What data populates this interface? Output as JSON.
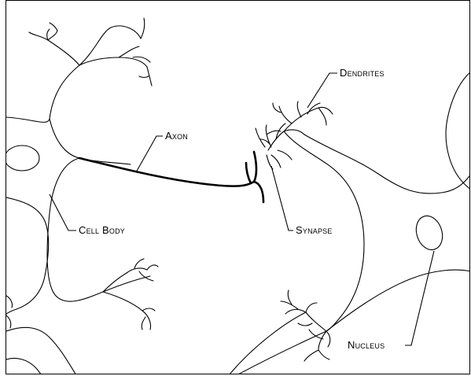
{
  "labels": {
    "axon": "Axon",
    "dendrites": "Dendrites",
    "cell_body": "Cell Body",
    "synapse": "Synapse",
    "nucleus": "Nucleus"
  },
  "colors": {
    "ink": "#000000",
    "background": "#ffffff"
  }
}
